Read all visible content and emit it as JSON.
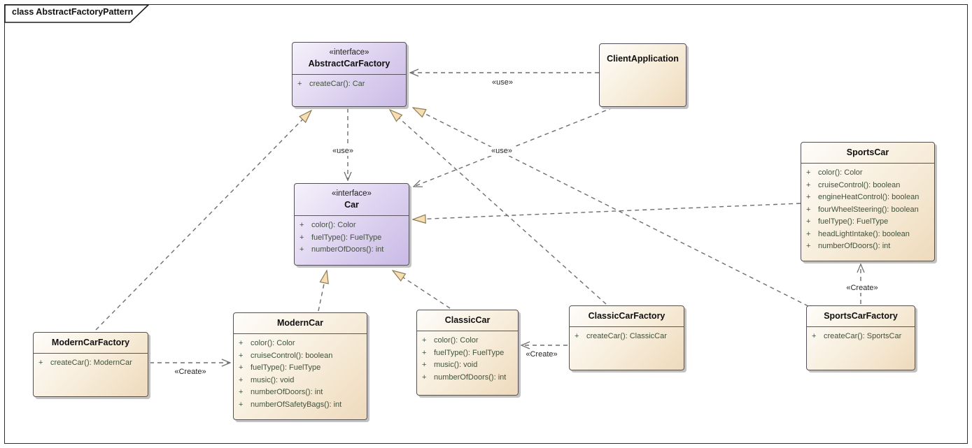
{
  "diagram": {
    "tab_label": "class AbstractFactoryPattern"
  },
  "visibility_symbol": "+",
  "colors": {
    "interface_fill": "#d6c9ec",
    "class_fill": "#f3e2c6",
    "method_text": "#41523b",
    "connector": "#6e6e6e",
    "realization_triangle_fill": "#f7ddb2",
    "box_border": "#554f5a"
  },
  "classes": {
    "abstractCarFactory": {
      "stereotype": "«interface»",
      "name": "AbstractCarFactory",
      "methods": [
        "createCar(): Car"
      ]
    },
    "clientApplication": {
      "name": "ClientApplication",
      "methods": []
    },
    "car": {
      "stereotype": "«interface»",
      "name": "Car",
      "methods": [
        "color(): Color",
        "fuelType(): FuelType",
        "numberOfDoors(): int"
      ]
    },
    "sportsCar": {
      "name": "SportsCar",
      "methods": [
        "color(): Color",
        "cruiseControl(): boolean",
        "engineHeatControl(): boolean",
        "fourWheelSteering(): boolean",
        "fuelType(): FuelType",
        "headLightIntake(): boolean",
        "numberOfDoors(): int"
      ]
    },
    "modernCar": {
      "name": "ModernCar",
      "methods": [
        "color(): Color",
        "cruiseControl(): boolean",
        "fuelType(): FuelType",
        "music(): void",
        "numberOfDoors(): int",
        "numberOfSafetyBags(): int"
      ]
    },
    "classicCar": {
      "name": "ClassicCar",
      "methods": [
        "color(): Color",
        "fuelType(): FuelType",
        "music(): void",
        "numberOfDoors(): int"
      ]
    },
    "modernCarFactory": {
      "name": "ModernCarFactory",
      "methods": [
        "createCar(): ModernCar"
      ]
    },
    "classicCarFactory": {
      "name": "ClassicCarFactory",
      "methods": [
        "createCar(): ClassicCar"
      ]
    },
    "sportsCarFactory": {
      "name": "SportsCarFactory",
      "methods": [
        "createCar(): SportsCar"
      ]
    }
  },
  "edge_labels": {
    "use_client_to_abstract_factory": "«use»",
    "use_abstract_factory_to_car": "«use»",
    "use_client_to_car": "«use»",
    "create_modern": "«Create»",
    "create_classic": "«Create»",
    "create_sports": "«Create»"
  }
}
